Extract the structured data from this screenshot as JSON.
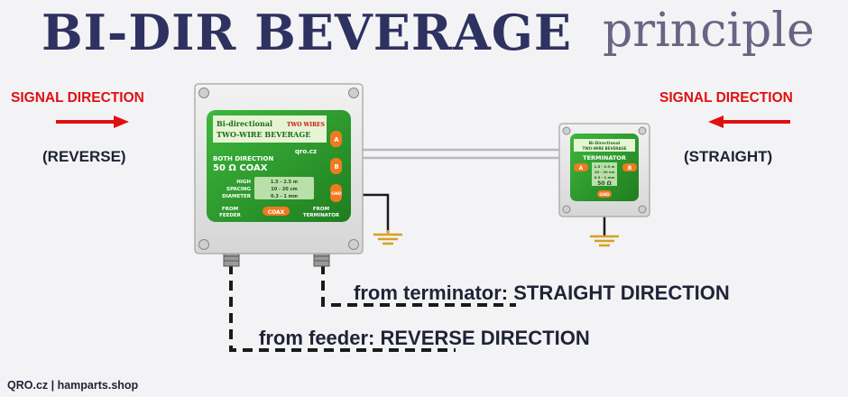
{
  "header": {
    "title": "BI-DIR BEVERAGE",
    "subtitle": "principle"
  },
  "left_side": {
    "signal_label": "SIGNAL DIRECTION",
    "direction": "(REVERSE)"
  },
  "right_side": {
    "signal_label": "SIGNAL DIRECTION",
    "direction": "(STRAIGHT)"
  },
  "main_unit": {
    "title_line1": "Bi-directional",
    "title_tag": "TWO WIRES",
    "title_line2": "TWO-WIRE BEVERAGE",
    "brand": "qro.cz",
    "both_direction": "BOTH DIRECTION",
    "impedance": "50 Ω COAX",
    "spec_labels": [
      "HIGH",
      "SPACING",
      "DIAMETER"
    ],
    "spec_values": [
      "1.5 - 2.5 m",
      "10 - 20 cm",
      "0.3 - 1 mm"
    ],
    "terminals": [
      "A",
      "B",
      "GND"
    ],
    "from_feeder": [
      "FROM",
      "FEEDER"
    ],
    "coax": "COAX",
    "from_terminator": [
      "FROM",
      "TERMINATOR"
    ]
  },
  "terminator_unit": {
    "title_line1": "Bi-Directional",
    "title_line2": "TWO-WIRE BEVERAGE",
    "name": "TERMINATOR",
    "terminals": [
      "A",
      "B",
      "GND"
    ],
    "spec_values": [
      "1.5 - 2.5 m",
      "10 - 20 cm",
      "0.3 - 1 mm"
    ],
    "impedance": "50 Ω"
  },
  "captions": {
    "terminator": "from terminator: STRAIGHT DIRECTION",
    "feeder": "from feeder: REVERSE DIRECTION"
  },
  "footer": "QRO.cz | hamparts.shop",
  "colors": {
    "title": "#2e3260",
    "signal": "#e01010",
    "board": "#2a9a2a",
    "badge": "#f07a20",
    "ground": "#d8a020"
  }
}
